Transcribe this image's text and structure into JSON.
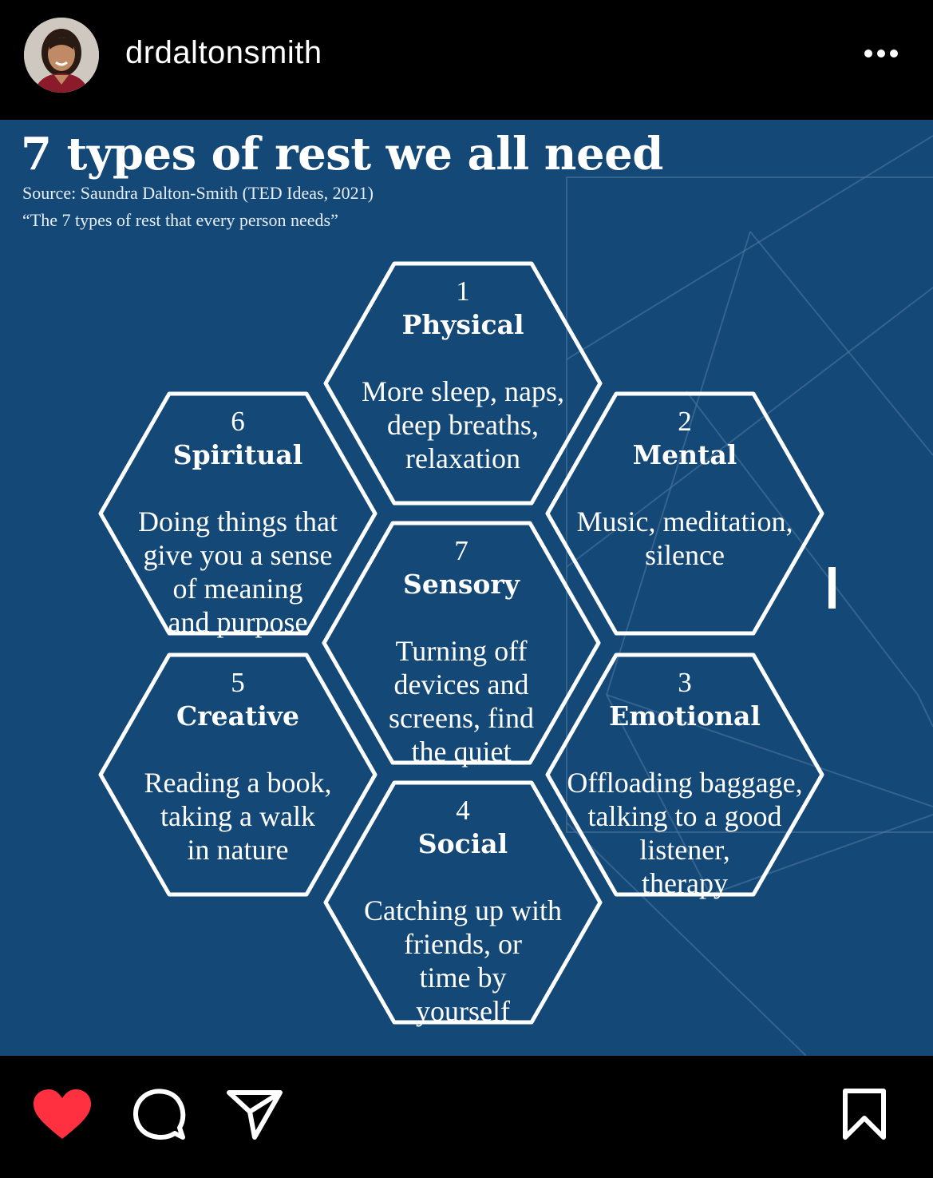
{
  "header": {
    "username": "drdaltonsmith",
    "more_icon": "more-horizontal-icon"
  },
  "post": {
    "title": "7 types of rest we all need",
    "source": "Source: Saundra Dalton-Smith (TED Ideas, 2021)",
    "quote": "“The 7 types of rest that every person needs”",
    "background_color": "#144877",
    "hexagons": [
      {
        "number": "1",
        "name": "Physical",
        "desc": [
          "More sleep, naps,",
          "deep breaths,",
          "relaxation"
        ]
      },
      {
        "number": "2",
        "name": "Mental",
        "desc": [
          "Music, meditation,",
          "silence"
        ]
      },
      {
        "number": "3",
        "name": "Emotional",
        "desc": [
          "Offloading baggage,",
          "talking to a good",
          "listener,",
          "therapy"
        ]
      },
      {
        "number": "4",
        "name": "Social",
        "desc": [
          "Catching up with",
          "friends, or",
          "time by",
          "yourself"
        ]
      },
      {
        "number": "5",
        "name": "Creative",
        "desc": [
          "Reading a book,",
          "taking a walk",
          "in nature"
        ]
      },
      {
        "number": "6",
        "name": "Spiritual",
        "desc": [
          "Doing things that",
          "give you a sense",
          "of meaning",
          "and purpose"
        ]
      },
      {
        "number": "7",
        "name": "Sensory",
        "desc": [
          "Turning off",
          "devices and",
          "screens, find",
          "the quiet"
        ]
      }
    ]
  },
  "actions": {
    "like_icon": "heart-icon",
    "like_color": "#ff3040",
    "comment_icon": "comment-icon",
    "share_icon": "send-icon",
    "save_icon": "bookmark-icon"
  }
}
